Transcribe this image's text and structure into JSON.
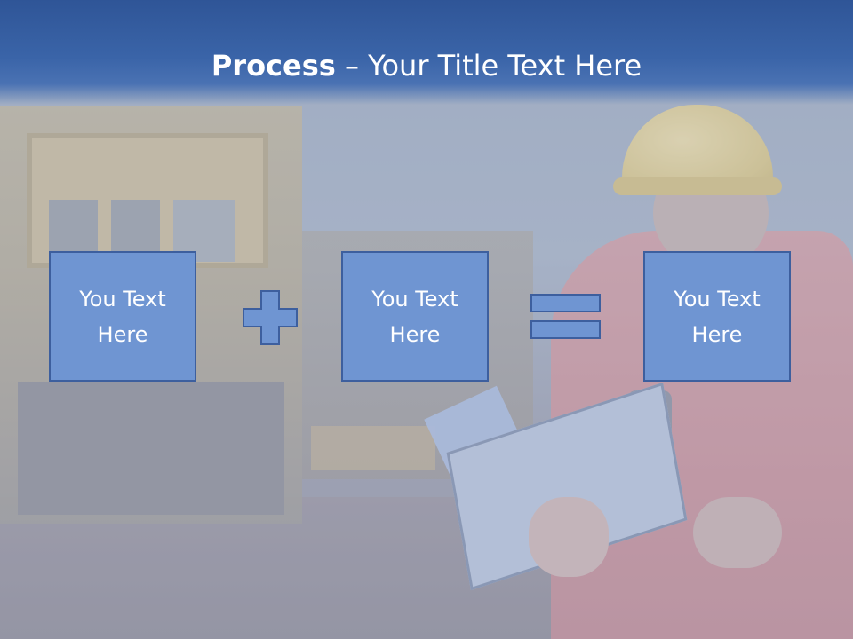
{
  "slide": {
    "title_bold": "Process",
    "title_rest": " – Your Title Text Here",
    "boxes": [
      {
        "text": "You Text\nHere"
      },
      {
        "text": "You Text\nHere"
      },
      {
        "text": "You Text\nHere"
      }
    ],
    "operators": [
      "plus-icon",
      "equals-icon"
    ],
    "colors": {
      "title_band": "#2f5597",
      "box_fill": "#6f95d2",
      "box_border": "#3d5f9e",
      "operator_fill": "#6f95d2",
      "text": "#ffffff"
    }
  }
}
